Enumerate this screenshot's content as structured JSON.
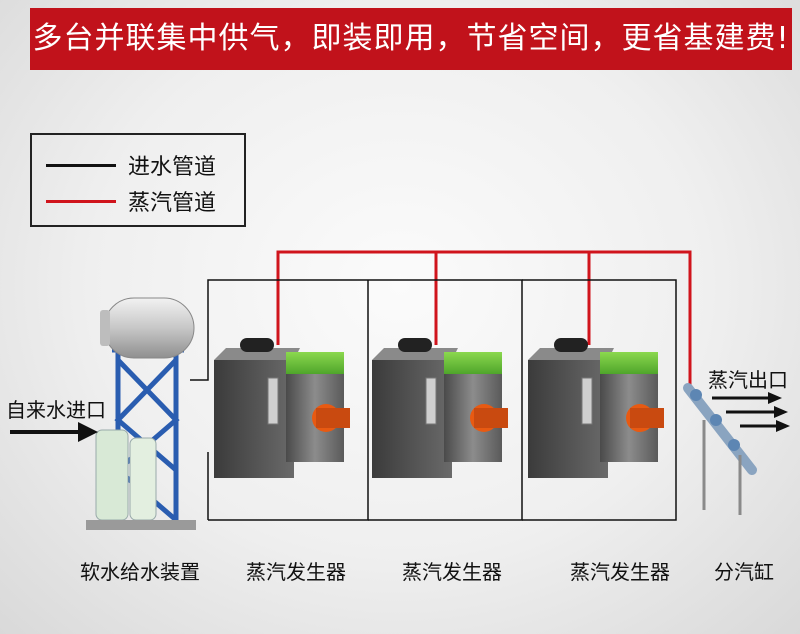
{
  "banner": {
    "text": "多台并联集中供气，即装即用，节省空间，更省基建费!"
  },
  "legend": {
    "items": [
      {
        "label": "进水管道",
        "color": "#111111"
      },
      {
        "label": "蒸汽管道",
        "color": "#d0141c"
      }
    ]
  },
  "labels": {
    "water_inlet": "自来水进口",
    "steam_outlet": "蒸汽出口",
    "softener": "软水给水装置",
    "generator_1": "蒸汽发生器",
    "generator_2": "蒸汽发生器",
    "generator_3": "蒸汽发生器",
    "header": "分汽缸"
  },
  "colors": {
    "banner": "#c1121b",
    "steam_pipe": "#d0141c",
    "water_pipe": "#111111",
    "generator_top": "#6cc43a"
  }
}
